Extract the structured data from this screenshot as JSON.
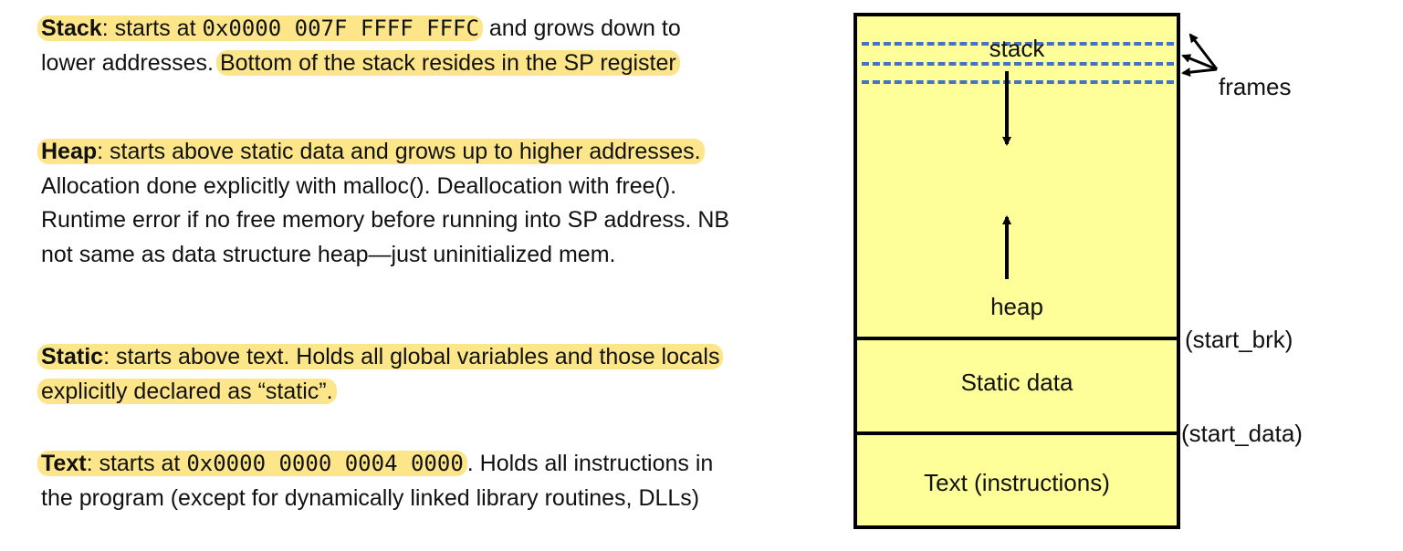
{
  "stack": {
    "term": "Stack",
    "intro": ": starts at ",
    "address": "0x0000 007F FFFF FFFC",
    "grows": " and grows down to lower addresses. ",
    "highlight": "Bottom of the stack  resides in the SP register"
  },
  "heap": {
    "term": "Heap",
    "highlight_rest": ": starts above static data and grows up to higher addresses.",
    "rest": "  Allocation done explicitly with malloc(). Deallocation with free().  Runtime error if no free memory before running into SP address. NB not same as data structure heap—just uninitialized mem."
  },
  "static": {
    "term": "Static",
    "highlight_rest": ": starts above text. Holds all global variables and those locals explicitly declared as “static”."
  },
  "text": {
    "term": "Text",
    "intro": ": starts at ",
    "address": "0x0000 0000 0004 0000",
    "rest": ". Holds all instructions in the program (except for dynamically linked library routines, DLLs)"
  },
  "diagram": {
    "stack_label": "stack",
    "heap_label": "heap",
    "static_label": "Static data",
    "text_label": "Text (instructions)",
    "frames_label": "frames",
    "start_brk_label": "(start_brk)",
    "start_data_label": "(start_data)",
    "colors": {
      "region_fill": "#ffff99",
      "frame_dash": "#4472c4",
      "highlight": "#fde68a"
    }
  }
}
